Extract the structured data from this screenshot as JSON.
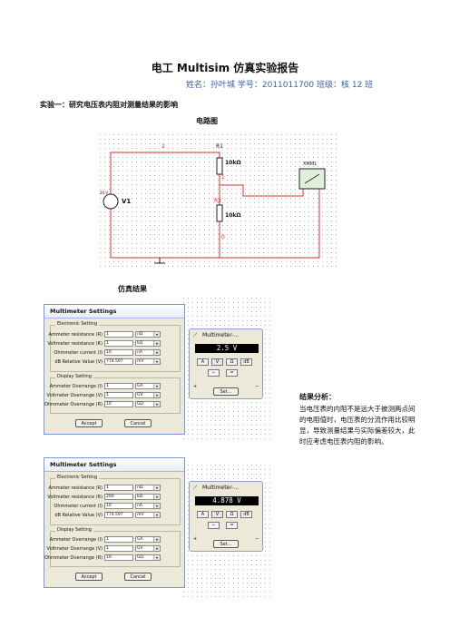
{
  "report": {
    "title": "电工 Multisim 仿真实验报告",
    "meta": "姓名：孙叶城    学号：2011011700    班级：核 12 班"
  },
  "experiment": {
    "heading": "实验一：研究电压表内阻对测量结果的影响",
    "circuit_caption": "电路图",
    "results_caption": "仿真结果"
  },
  "circuit": {
    "source_label": "V1",
    "source_tag": "20 V",
    "r1_name": "R1",
    "r1_value": "10kΩ",
    "r2_name": "R2",
    "r2_value": "10kΩ",
    "meter_tag": "XMM1",
    "node_2": "2",
    "node_1": "1",
    "node_0": "0"
  },
  "dialogs": [
    {
      "title": "Multimeter Settings",
      "electronic_label": "Electronic Setting",
      "display_label": "Display Setting",
      "rows": [
        {
          "label": "Ammeter resistance (R)",
          "value": "1",
          "unit": "nΩ"
        },
        {
          "label": "Voltmeter resistance (R)",
          "value": "1",
          "unit": "kΩ"
        },
        {
          "label": "Ohmmeter current (I)",
          "value": "10",
          "unit": "nA"
        },
        {
          "label": "dB Relative Value (V)",
          "value": "774.597",
          "unit": "mV"
        }
      ],
      "display_rows": [
        {
          "label": "Ammeter Overrange (I)",
          "value": "1",
          "unit": "GA"
        },
        {
          "label": "Voltmeter Overrange (V)",
          "value": "1",
          "unit": "GV"
        },
        {
          "label": "Ohmmeter Overrange (R)",
          "value": "10",
          "unit": "GΩ"
        }
      ],
      "accept": "Accept",
      "cancel": "Cancel"
    },
    {
      "title": "Multimeter Settings",
      "electronic_label": "Electronic Setting",
      "display_label": "Display Setting",
      "rows": [
        {
          "label": "Ammeter resistance (R)",
          "value": "1",
          "unit": "nΩ"
        },
        {
          "label": "Voltmeter resistance (R)",
          "value": "200",
          "unit": "kΩ"
        },
        {
          "label": "Ohmmeter current (I)",
          "value": "10",
          "unit": "nA"
        },
        {
          "label": "dB Relative Value (V)",
          "value": "774.597",
          "unit": "mV"
        }
      ],
      "display_rows": [
        {
          "label": "Ammeter Overrange (I)",
          "value": "1",
          "unit": "GA"
        },
        {
          "label": "Voltmeter Overrange (V)",
          "value": "1",
          "unit": "GV"
        },
        {
          "label": "Ohmmeter Overrange (R)",
          "value": "10",
          "unit": "GΩ"
        }
      ],
      "accept": "Accept",
      "cancel": "Cancel"
    }
  ],
  "meters": [
    {
      "title": "Multimeter-...",
      "reading": "2.5 V",
      "set": "Set..."
    },
    {
      "title": "Multimeter-...",
      "reading": "4.878 V",
      "set": "Set..."
    }
  ],
  "meter_buttons": {
    "a": "A",
    "v": "V",
    "ohm": "Ω",
    "db": "dB"
  },
  "analysis": {
    "heading": "结果分析：",
    "text": "当电压表的内阻不是远大于被测两点间的电阻值时，电压表的分流作用比较明显，导致测量结果与实际偏差较大，此时应考虑电压表内阻的影响。"
  },
  "colors": {
    "wire": "#e03030",
    "wire_dark": "#222222",
    "meta": "#3a5fa8"
  }
}
